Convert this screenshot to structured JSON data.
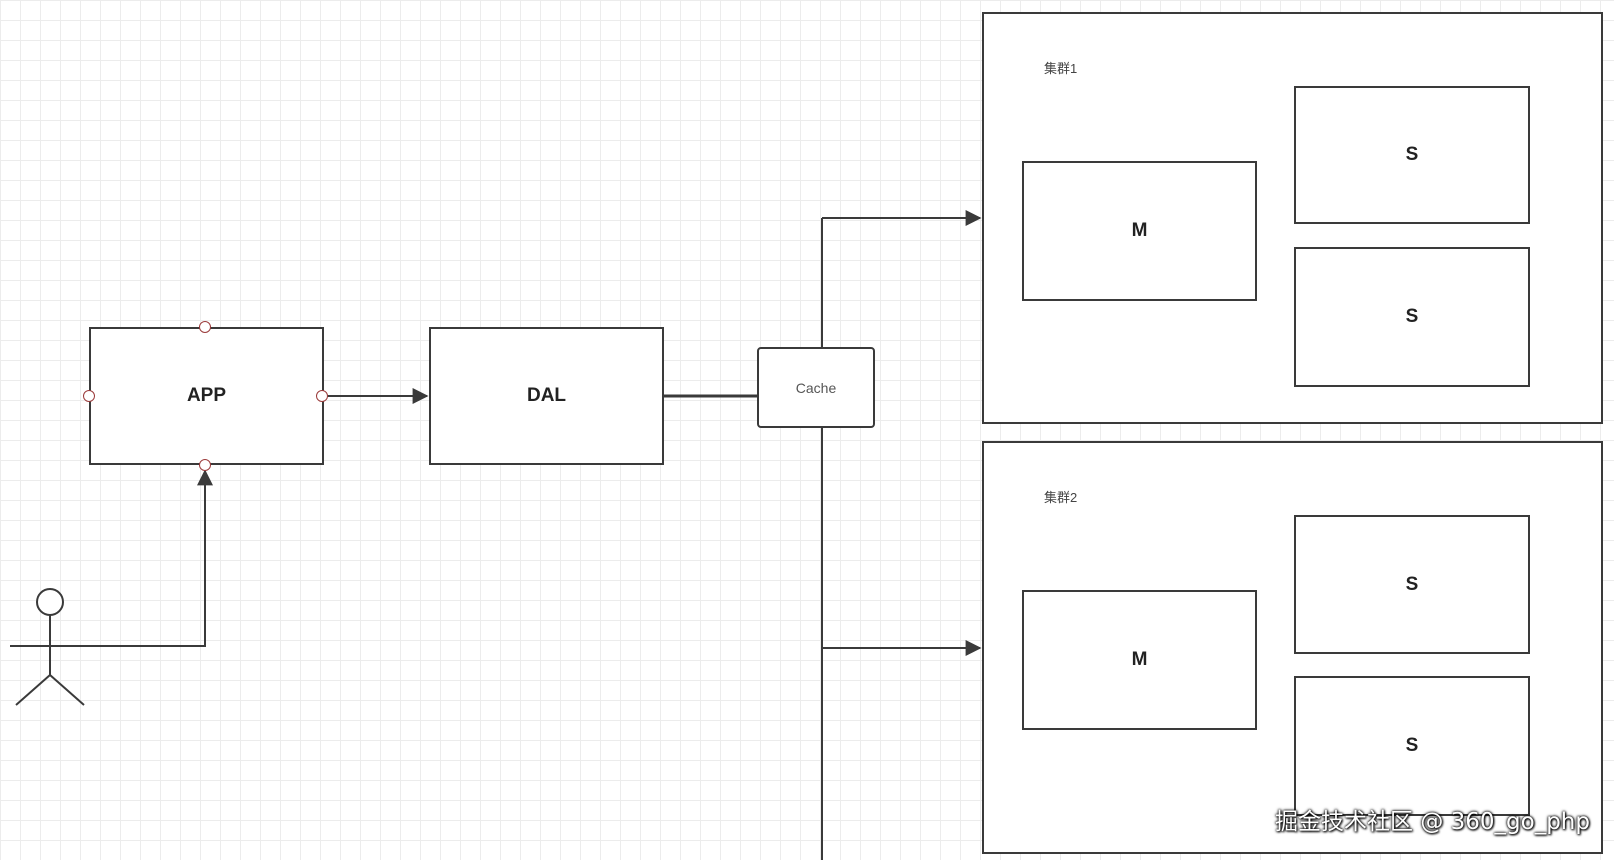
{
  "app": {
    "label": "APP"
  },
  "dal": {
    "label": "DAL"
  },
  "cache": {
    "label": "Cache"
  },
  "clusters": [
    {
      "label": "集群1",
      "master": "M",
      "slaves": [
        "S",
        "S"
      ]
    },
    {
      "label": "集群2",
      "master": "M",
      "slaves": [
        "S",
        "S"
      ]
    }
  ],
  "watermark": "掘金技术社区 @ 360_go_php",
  "colors": {
    "line": "#3a3a3a",
    "port": "#9b3b3b",
    "grid": "#ececec"
  },
  "icons": {
    "actor": "stick-figure-icon"
  }
}
